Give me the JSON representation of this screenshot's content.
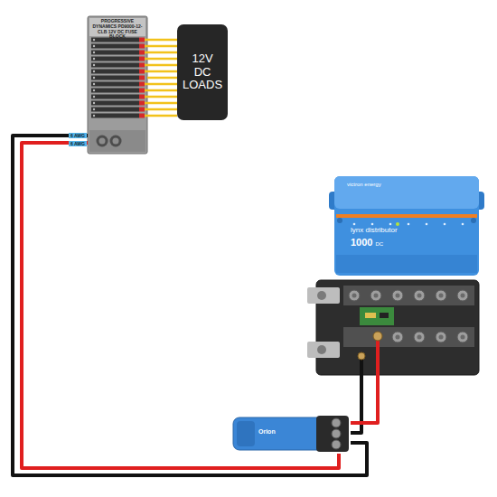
{
  "diagram": {
    "nodes": [
      {
        "text": [
          "PROGRESSIVE DYNAMICS PD9000-12-CLB 12V DC FUSE BLOCK"
        ]
      },
      {
        "text": [
          "12V DC LOADS"
        ]
      },
      {
        "text": [
          "victron energy",
          "lynx distributor",
          "1000",
          "DC"
        ]
      },
      {
        "text": [
          "Orion"
        ]
      }
    ],
    "edges": [
      {
        "from": 0,
        "to": 1,
        "arrow": "none"
      },
      {
        "from": 0,
        "to": 3,
        "arrow": "none",
        "label": "6 AWG"
      },
      {
        "from": 0,
        "to": 3,
        "arrow": "none",
        "label": "6 AWG"
      },
      {
        "from": 3,
        "to": 2,
        "arrow": "none"
      },
      {
        "from": 3,
        "to": 2,
        "arrow": "none"
      }
    ]
  }
}
